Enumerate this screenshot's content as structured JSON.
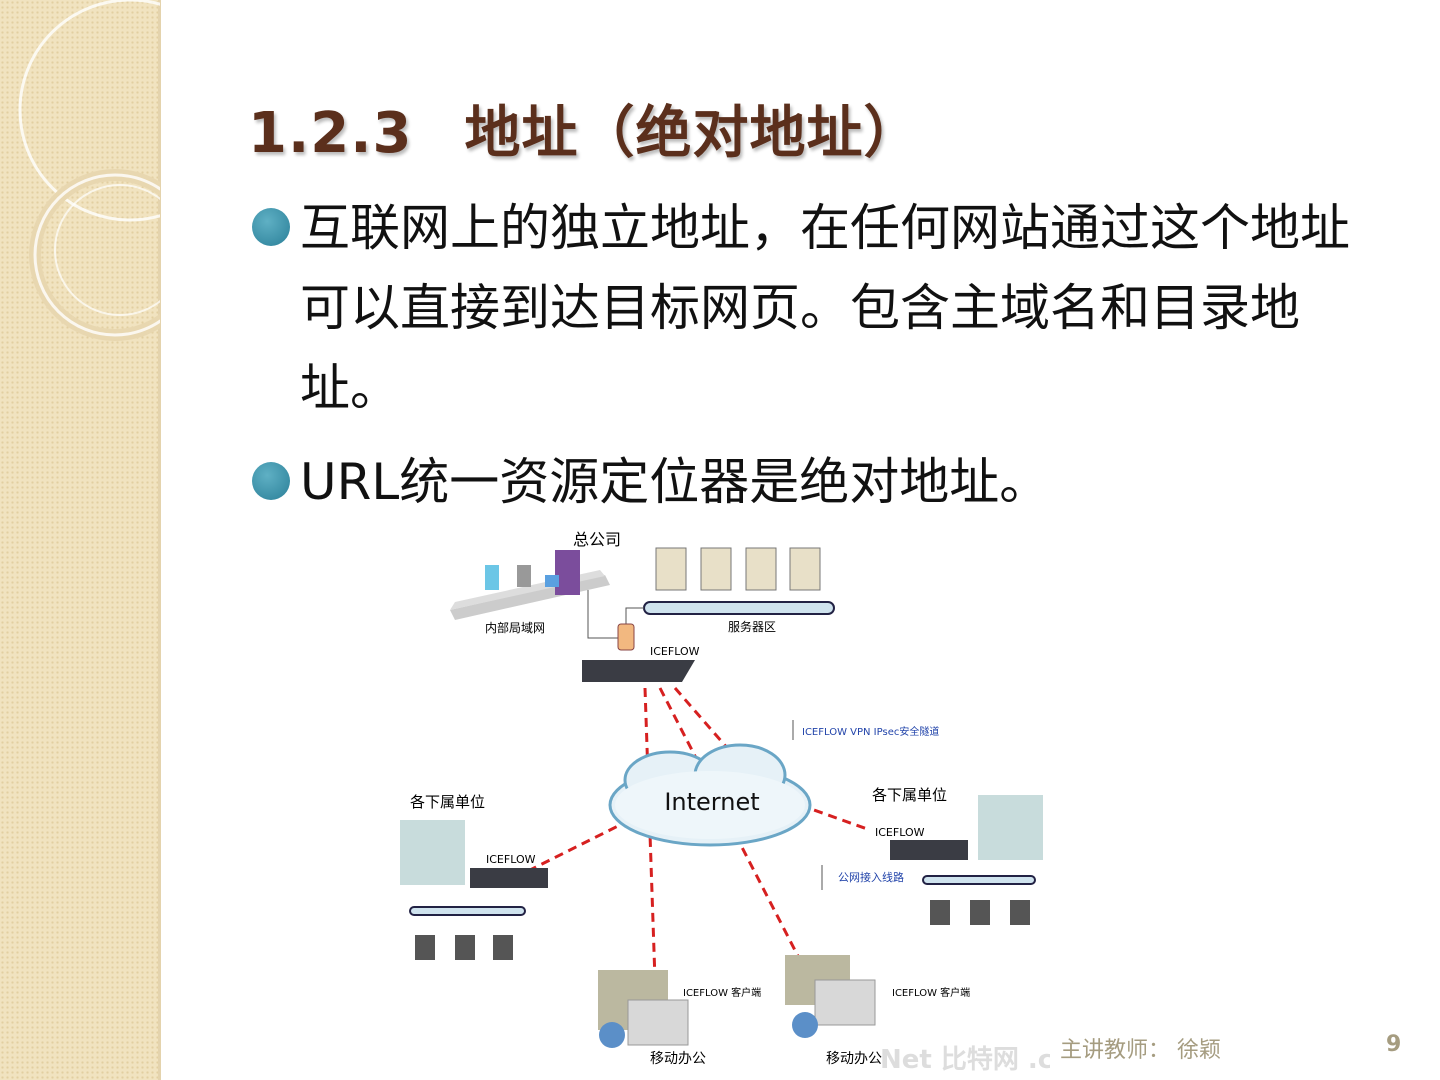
{
  "slide": {
    "title_number": "1.2.3",
    "title_text": "地址（绝对地址）",
    "bullets": [
      "互联网上的独立地址，在任何网站通过这个地址可以直接到达目标网页。包含主域名和目录地址。",
      "URL统一资源定位器是绝对地址。"
    ]
  },
  "diagram": {
    "hq": "总公司",
    "lan": "内部局域网",
    "server_zone": "服务器区",
    "iceflow": "ICEFLOW",
    "vpn_label": "ICEFLOW VPN IPsec安全隧道",
    "internet": "Internet",
    "branch_left": "各下属单位",
    "branch_right": "各下属单位",
    "public_line": "公网接入线路",
    "client_label": "ICEFLOW 客户端",
    "mobile": "移动办公",
    "watermark": "Net 比特网 .com.cn"
  },
  "footer": {
    "presenter": "主讲教师： 徐颖",
    "page": "9"
  },
  "colors": {
    "title": "#5b2f1c",
    "bullet": "#2a7f98",
    "strip": "#f1e3c0",
    "tunnel": "#d62020"
  }
}
